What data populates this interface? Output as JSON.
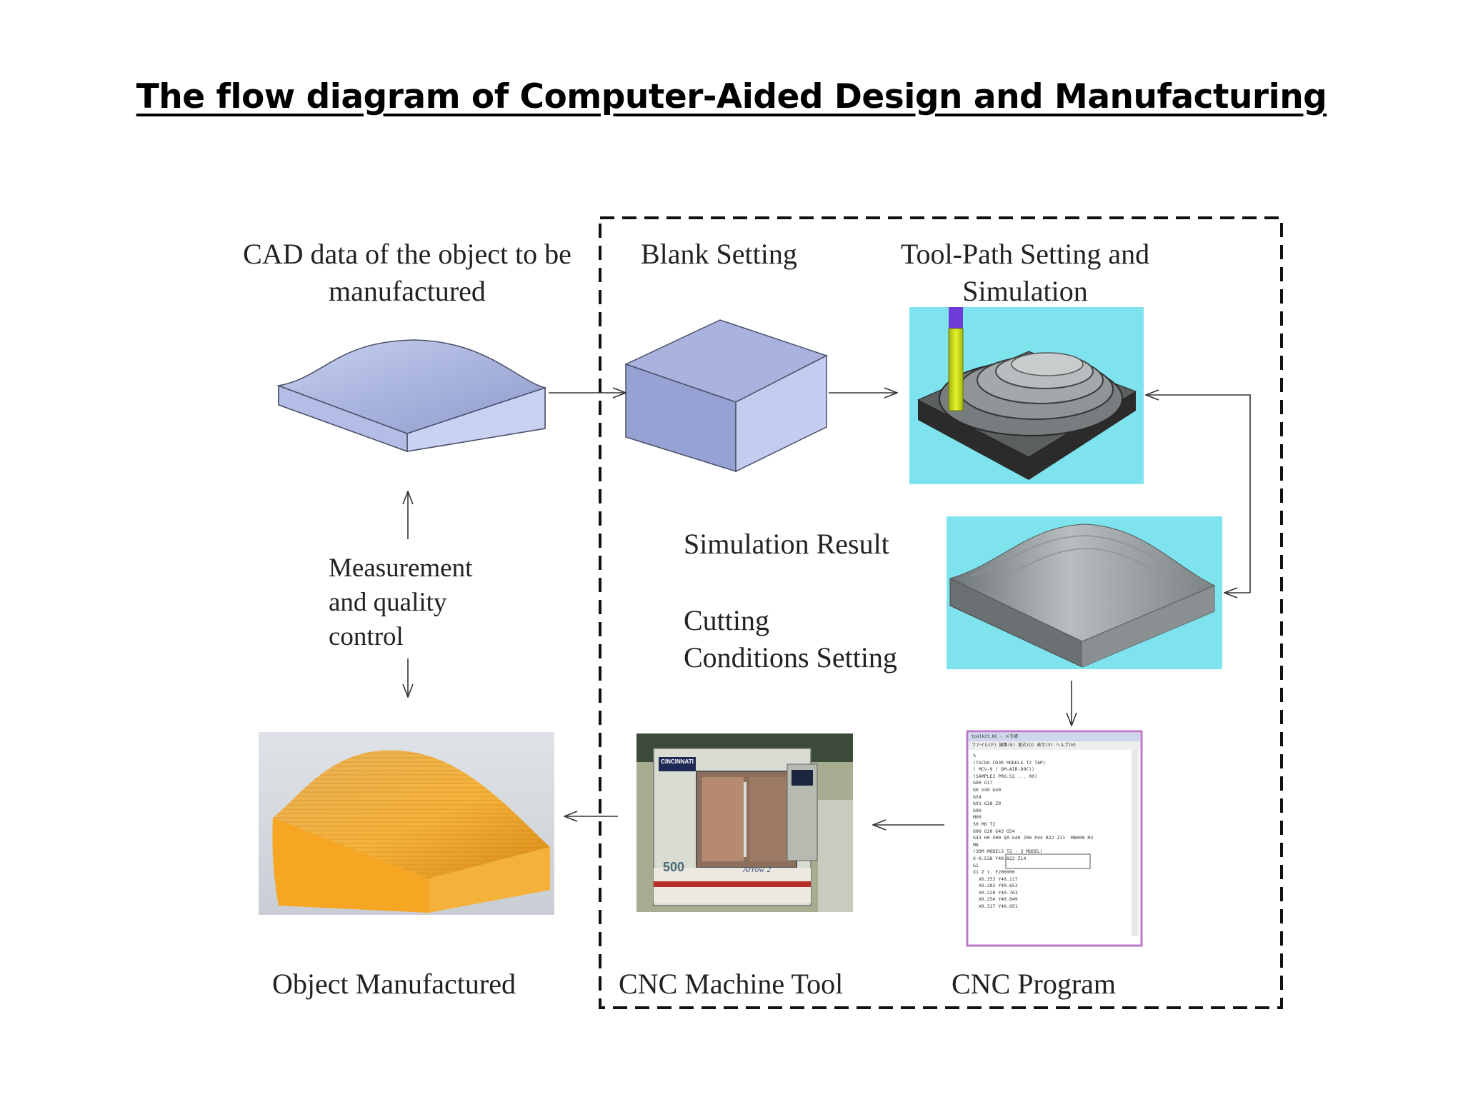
{
  "title": "The flow diagram of Computer-Aided Design and Manufacturing",
  "steps": {
    "cad": {
      "line1": "CAD data of the object to be",
      "line2": "manufactured"
    },
    "blank": {
      "label": "Blank Setting"
    },
    "toolpath": {
      "line1": "Tool-Path Setting and",
      "line2": "Simulation"
    },
    "simulation": {
      "label": "Simulation Result"
    },
    "cutting": {
      "line1": "Cutting",
      "line2": "Conditions Setting"
    },
    "measurement": {
      "line1": "Measurement",
      "line2": "and quality",
      "line3": "control"
    },
    "object": {
      "label": "Object Manufactured"
    },
    "cnc_machine": {
      "label": "CNC Machine Tool",
      "brand": "CINCINNATI",
      "model": "500",
      "badge": "Arrow 2"
    },
    "cnc_program": {
      "label": "CNC Program",
      "window_title": "toolkit.NC - メモ帳",
      "menu": "ファイル(F) 編集(E) 書式(O) 表示(V) ヘルプ(H)",
      "code_lines": [
        "%",
        "(TSCDO CD3R MODELS T2 TAP)",
        "( MCV-9 ( DM-AIR-D9C))",
        "(SAMPLE2 PRG:S2 ... 00)",
        "G90 G17",
        "G0 G49 G40",
        "G54",
        "G91 G28 Z0",
        "G90",
        "M06",
        "S0 M6 T2",
        "G90 G20 G43 G54",
        "G43 H0 X00 Q0 G40 Z00 P44 R22 Z11  M8000 M3",
        "M8",
        "(3DM MODEL3 T2 - 3 MODEL)",
        "X-0.538 Y40.822 Z14",
        "G1",
        "X1 Z 1. F200000",
        "  X0.353 Y40.117",
        "  X0.203 Y40.653",
        "  X0.228 Y40.763",
        "  X0.254 Y40.849",
        "  X0.317 Y40.951"
      ]
    }
  },
  "colors": {
    "block_top": "#a6b1dc",
    "block_front": "#c2cbee",
    "block_side": "#8e9acb",
    "sim_background": "#7fe3ee",
    "object_orange": "#f0a31e",
    "machine_body": "#d9dcd2",
    "dashed_border": "#111111"
  }
}
